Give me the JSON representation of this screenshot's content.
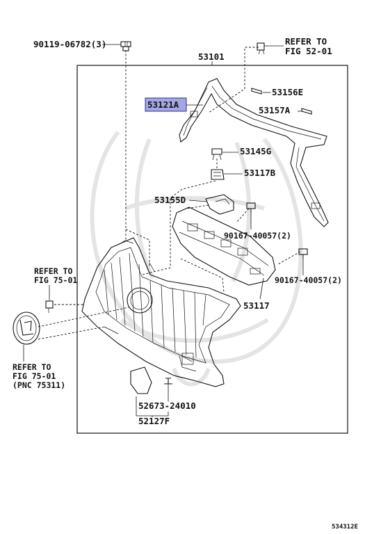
{
  "labels": {
    "bolt_top": "90119-06782(3)",
    "refer_52_1": "REFER TO",
    "refer_52_2": "FIG 52-01",
    "grille_assy": "53101",
    "molding_upper": "53121A",
    "emblem_56": "53156E",
    "emblem_57": "53157A",
    "clip_45": "53145G",
    "bracket_17b": "53117B",
    "bracket_55": "53155D",
    "screw_1": "90167-40057(2)",
    "screw_2": "90167-40057(2)",
    "grille_panel": "53117",
    "refer_75_1": "REFER TO",
    "refer_75_2": "FIG 75-01",
    "refer_75b_1": "REFER TO",
    "refer_75b_2": "FIG 75-01",
    "refer_75b_3": "(PNC 75311)",
    "clip_52673": "52673-24010",
    "cover_52127": "52127F",
    "diagram_id": "534312E"
  },
  "colors": {
    "highlight_fill": "#a3a8e4",
    "highlight_stroke": "#2a2f8c",
    "line": "#111111",
    "watermark": "#e4e4e4"
  }
}
